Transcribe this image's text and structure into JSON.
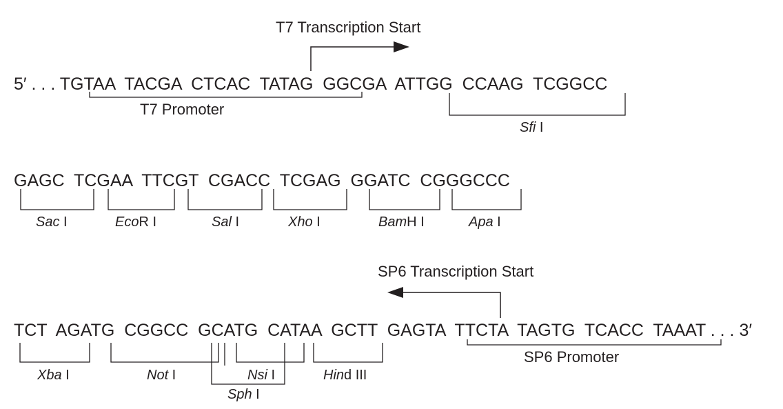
{
  "t7_start_label": "T7 Transcription Start",
  "sp6_start_label": "SP6 Transcription Start",
  "seq_line_1": "5′ . . . TGTAA  TACGA  CTCAC  TATAG  GGCGA  ATTGG  CCAAG  TCGGCC",
  "seq_line_2": "GAGC  TCGAA  TTCGT  CGACC  TCGAG  GGATC  CGGGCCC",
  "seq_line_3": "TCT  AGATG  CGGCC  GCATG  CATAA  GCTT  GAGTA  TTCTA  TAGTG  TCACC  TAAAT . . . 3′",
  "t7_promoter_label": "T7 Promoter",
  "sp6_promoter_label": "SP6 Promoter",
  "sites": {
    "sfi": {
      "italic": "Sfi",
      "roman": " I"
    },
    "sac": {
      "italic": "Sac",
      "roman": " I"
    },
    "eco": {
      "italic": "Eco",
      "roman": "R I"
    },
    "sal": {
      "italic": "Sal",
      "roman": " I"
    },
    "xho": {
      "italic": "Xho",
      "roman": " I"
    },
    "bam": {
      "italic": "Bam",
      "roman": "H I"
    },
    "apa": {
      "italic": "Apa",
      "roman": " I"
    },
    "xba": {
      "italic": "Xba",
      "roman": " I"
    },
    "not": {
      "italic": "Not",
      "roman": " I"
    },
    "nsi": {
      "italic": "Nsi",
      "roman": " I"
    },
    "sph": {
      "italic": "Sph",
      "roman": " I"
    },
    "hind": {
      "italic": "Hin",
      "roman": "d III"
    }
  }
}
